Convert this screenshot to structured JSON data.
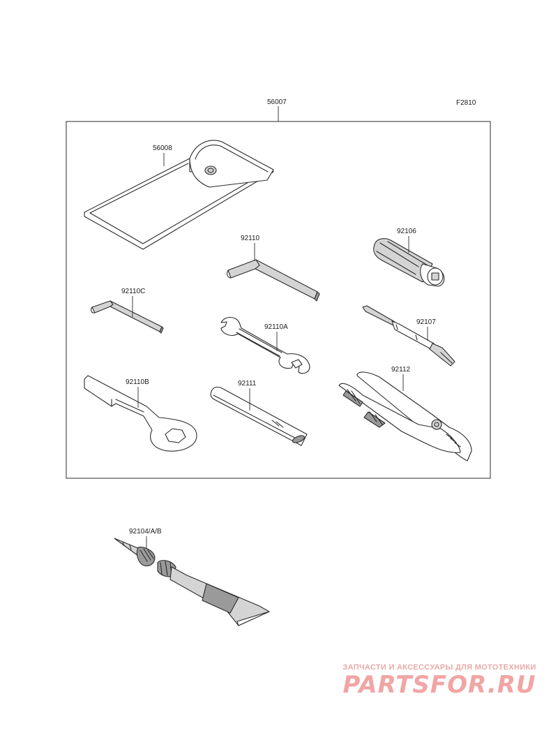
{
  "figure_code": "F2810",
  "kit": {
    "label": "56007"
  },
  "parts": [
    {
      "id": "case",
      "label": "56008"
    },
    {
      "id": "hex-key-large",
      "label": "92110"
    },
    {
      "id": "screwdriver-handle",
      "label": "92106"
    },
    {
      "id": "hex-key-small",
      "label": "92110C"
    },
    {
      "id": "open-wrench",
      "label": "92110A"
    },
    {
      "id": "screwdriver-bit",
      "label": "92107"
    },
    {
      "id": "ring-wrench",
      "label": "92110B"
    },
    {
      "id": "extension-bar",
      "label": "92111"
    },
    {
      "id": "pliers",
      "label": "92112"
    },
    {
      "id": "tire-repair-kit",
      "label": "92104/A/B"
    }
  ],
  "watermark": {
    "tagline": "ЗАПЧАСТИ И АКСЕССУАРЫ ДЛЯ МОТОТЕХНИКИ",
    "logo": "PARTSFOR.RU",
    "color": "#f1a5a5"
  }
}
